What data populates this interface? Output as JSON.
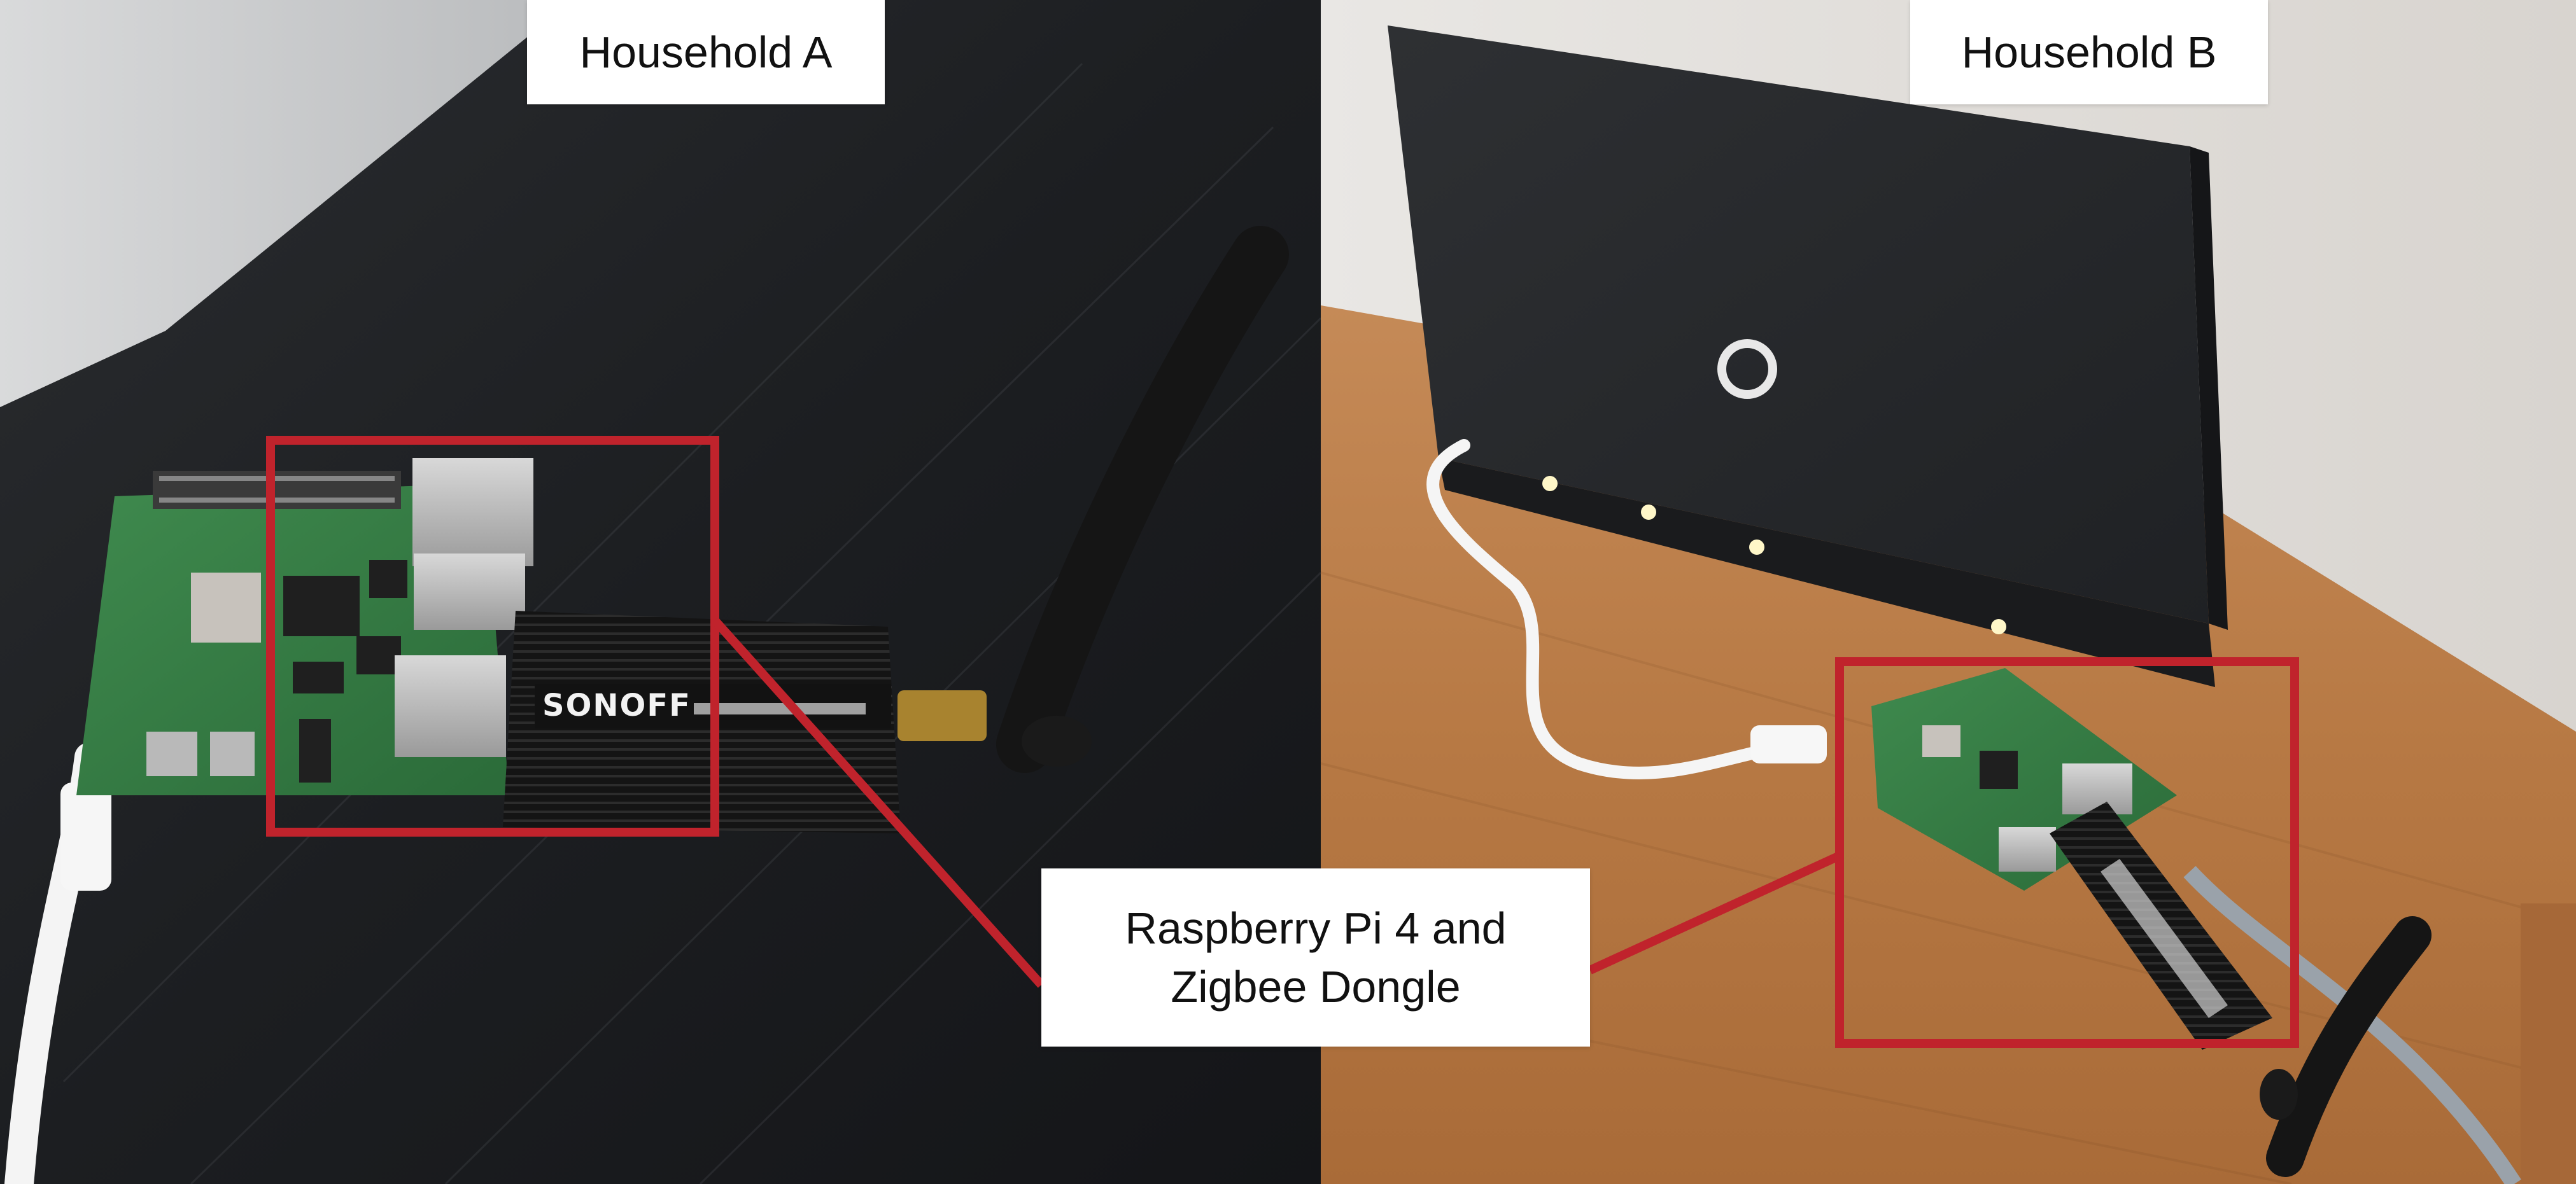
{
  "labels": {
    "household_a": "Household A",
    "household_b": "Household B",
    "center_line1": "Raspberry Pi 4 and",
    "center_line2": "Zigbee Dongle"
  },
  "photo_text": {
    "dongle_brand": "SONOFF"
  },
  "colors": {
    "highlight_red": "#c0232c",
    "label_bg": "#ffffff"
  }
}
